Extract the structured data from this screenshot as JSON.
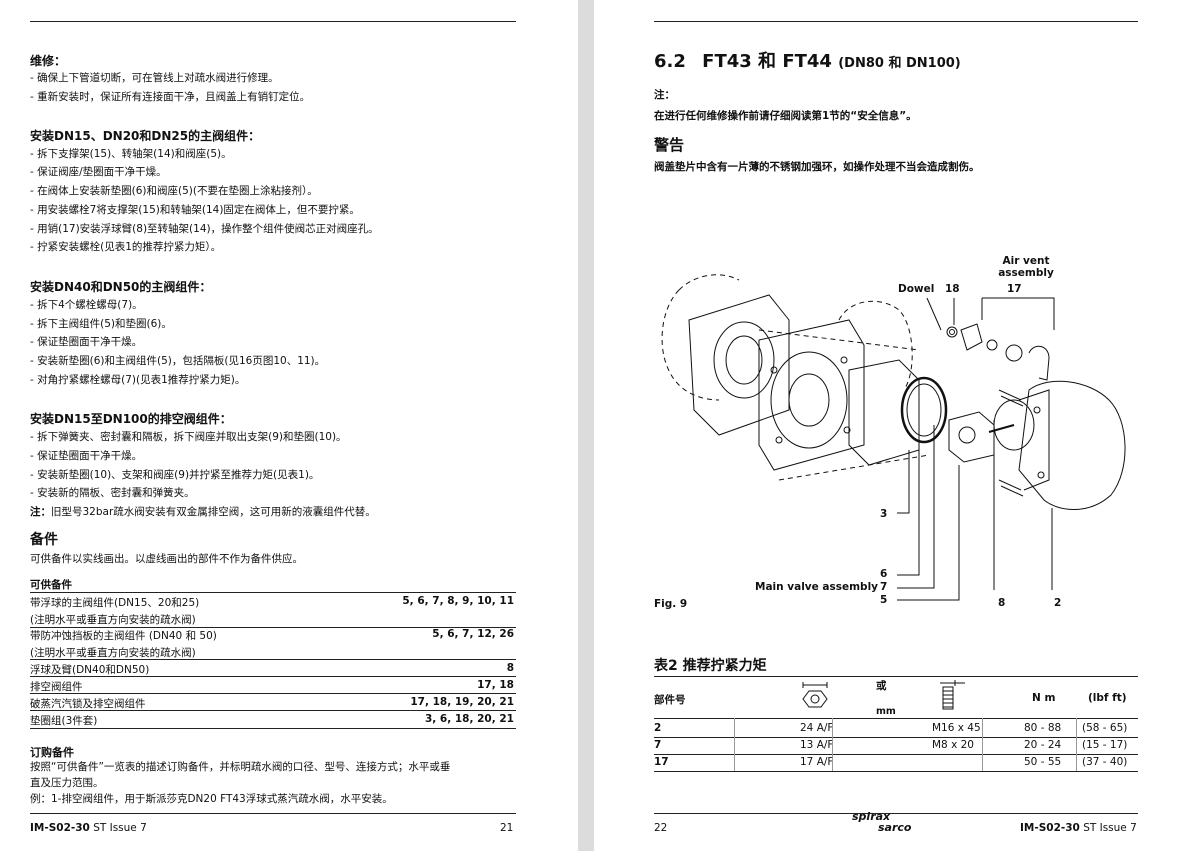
{
  "left": {
    "maintenance_title": "维修：",
    "maintenance_items": [
      "- 确保上下管道切断，可在管线上对疏水阀进行修理。",
      "- 重新安装时，保证所有连接面干净，且阀盖上有销钉定位。"
    ],
    "sec1_title": "安装DN15、DN20和DN25的主阀组件：",
    "sec1_items": [
      "- 拆下支撑架(15)、转轴架(14)和阀座(5)。",
      "- 保证阀座/垫圈面干净干燥。",
      "- 在阀体上安装新垫圈(6)和阀座(5)(不要在垫圈上涂粘接剂）。",
      "- 用安装螺栓7将支撑架(15)和转轴架(14)固定在阀体上，但不要拧紧。",
      "- 用销(17)安装浮球臂(8)至转轴架(14)，操作整个组件使阀芯正对阀座孔。",
      "- 拧紧安装螺栓(见表1的推荐拧紧力矩）。"
    ],
    "sec2_title": "安装DN40和DN50的主阀组件：",
    "sec2_items": [
      "- 拆下4个螺栓螺母(7)。",
      "- 拆下主阀组件(5)和垫圈(6)。",
      "- 保证垫圈面干净干燥。",
      "- 安装新垫圈(6)和主阀组件(5)，包括隔板(见16页图10、11)。",
      "- 对角拧紧螺栓螺母(7)(见表1推荐拧紧力矩)。"
    ],
    "sec3_title": "安装DN15至DN100的排空阀组件：",
    "sec3_items": [
      "- 拆下弹簧夹、密封囊和隔板，拆下阀座并取出支架(9)和垫圈(10)。",
      "- 保证垫圈面干净干燥。",
      "- 安装新垫圈(10)、支架和阀座(9)并拧紧至推荐力矩(见表1)。",
      "- 安装新的隔板、密封囊和弹簧夹。"
    ],
    "note_label": "注：",
    "note_text": "旧型号32bar疏水阀安装有双金属排空阀，这可用新的液囊组件代替。",
    "spares_title": "备件",
    "spares_intro": "可供备件以实线画出。以虚线画出的部件不作为备件供应。",
    "spares_table_header": "可供备件",
    "spares_rows": [
      {
        "name": "带浮球的主阀组件(DN15、20和25)",
        "sub": "(注明水平或垂直方向安装的疏水阀)",
        "parts": "5, 6, 7, 8, 9, 10, 11"
      },
      {
        "name": "带防冲蚀挡板的主阀组件 (DN40 和 50)",
        "sub": "(注明水平或垂直方向安装的疏水阀)",
        "parts": "5, 6, 7, 12, 26"
      },
      {
        "name": "浮球及臂(DN40和DN50)",
        "sub": "",
        "parts": "8"
      },
      {
        "name": "排空阀组件",
        "sub": "",
        "parts": "17, 18"
      },
      {
        "name": "破蒸汽汽锁及排空阀组件",
        "sub": "",
        "parts": "17, 18, 19, 20, 21"
      },
      {
        "name": "垫圈组(3件套)",
        "sub": "",
        "parts": "3, 6, 18, 20, 21"
      }
    ],
    "ordering_title": "订购备件",
    "ordering_text_1": "按照“可供备件”一览表的描述订购备件，并标明疏水阀的口径、型号、连接方式；水平或垂",
    "ordering_text_2": "直及压力范围。",
    "ordering_example": "例：1-排空阀组件，用于斯派莎克DN20 FT43浮球式蒸汽疏水阀，水平安装。",
    "footer_doc": "IM-S02-30",
    "footer_issue": "ST Issue 7",
    "footer_page": "21"
  },
  "right": {
    "section_num": "6.2",
    "section_title": "FT43 和 FT44",
    "section_sub": "(DN80 和 DN100)",
    "note_label": "注：",
    "note_text": "在进行任何维修操作前请仔细阅读第1节的“安全信息”。",
    "warning_title": "警告",
    "warning_text": "阀盖垫片中含有一片薄的不锈钢加强环，如操作处理不当会造成割伤。",
    "figure": {
      "label_dowel": "Dowel",
      "label_18": "18",
      "label_airvent_1": "Air vent",
      "label_airvent_2": "assembly",
      "label_17": "17",
      "label_3": "3",
      "label_main_valve": "Main valve assembly",
      "label_6": "6",
      "label_7": "7",
      "label_5": "5",
      "label_8": "8",
      "label_2": "2",
      "caption": "Fig. 9"
    },
    "table_title": "表2  推荐拧紧力矩",
    "table_header": {
      "part": "部件号",
      "or": "或",
      "mm": "mm",
      "nm": "N m",
      "lbf": "(lbf ft)"
    },
    "table_rows": [
      {
        "part": "2",
        "af": "24 A/F",
        "thread": "M16 x 45",
        "nm": "80 - 88",
        "lbf": "(58 - 65)"
      },
      {
        "part": "7",
        "af": "13 A/F",
        "thread": "M8 x 20",
        "nm": "20 - 24",
        "lbf": "(15 - 17)"
      },
      {
        "part": "17",
        "af": "17 A/F",
        "thread": "",
        "nm": "50 - 55",
        "lbf": "(37 - 40)"
      }
    ],
    "footer_page": "22",
    "footer_brand_top": "spirax",
    "footer_brand_bottom": "sarco",
    "footer_doc": "IM-S02-30",
    "footer_issue": "ST Issue 7"
  }
}
